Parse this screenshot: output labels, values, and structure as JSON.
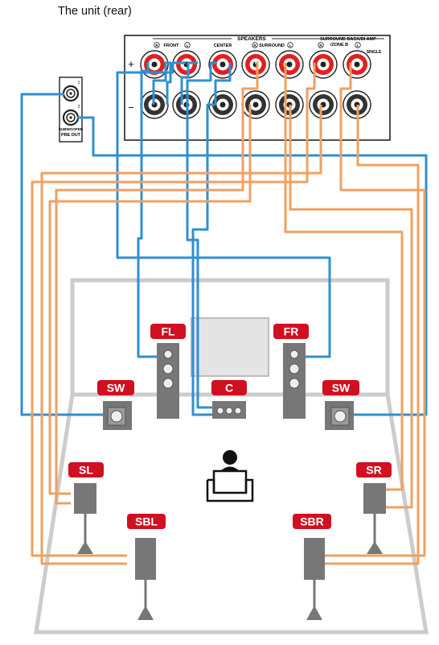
{
  "caption": "The unit (rear)",
  "panel": {
    "speakers_heading": "SPEAKERS",
    "front_label": "FRONT",
    "center_label": "CENTER",
    "surround_label": "SURROUND",
    "surround_back_label": "SURROUND BACK/BI AMP",
    "zone_label": "/ZONE B",
    "single_label": "SINGLE",
    "right_marker": "R",
    "left_marker": "L",
    "plus_sign": "+",
    "minus_sign": "−"
  },
  "subwoofer_block": {
    "label_line1": "SUBWOOFER",
    "label_line2": "PRE OUT",
    "jack1": "1",
    "jack2": "2"
  },
  "speakers": {
    "fl": "FL",
    "fr": "FR",
    "c": "C",
    "sw_left": "SW",
    "sw_right": "SW",
    "sl": "SL",
    "sr": "SR",
    "sbl": "SBL",
    "sbr": "SBR"
  },
  "colors": {
    "blue_cable": "#2f8fd0",
    "orange_cable": "#f0a060",
    "terminal_red": "#e02020",
    "terminal_dark": "#333333",
    "label_bg": "#d01020",
    "speaker_gray": "#777777",
    "room_outline": "#cccccc"
  }
}
